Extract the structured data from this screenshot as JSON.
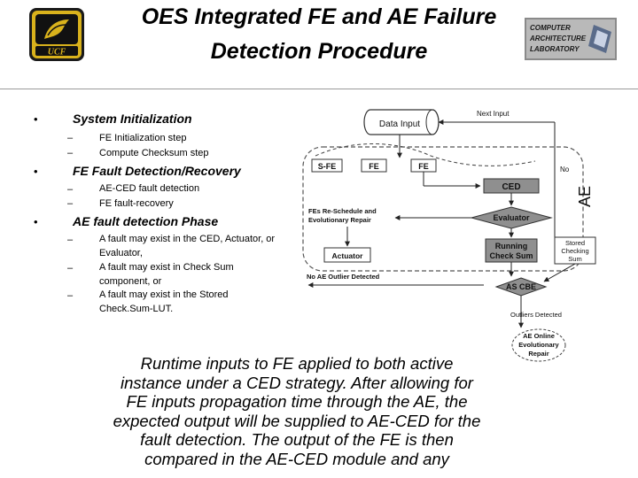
{
  "title": {
    "line1": "OES Integrated FE and AE Failure",
    "line2": "Detection Procedure"
  },
  "logos": {
    "left": {
      "text": "UCF",
      "gold": "#d9b21c",
      "black": "#111111"
    },
    "right": {
      "lines": [
        "COMPUTER",
        "ARCHITECTURE",
        "LABORATORY"
      ]
    }
  },
  "bullets": [
    {
      "heading": "System Initialization",
      "items": [
        "FE Initialization step",
        "Compute Checksum step"
      ]
    },
    {
      "heading": "FE Fault Detection/Recovery",
      "items": [
        "AE-CED fault detection",
        "FE fault-recovery"
      ]
    },
    {
      "heading": "AE fault detection Phase",
      "items": [
        "A fault may exist in the CED, Actuator, or Evaluator,",
        "A fault may exist in Check Sum component, or",
        "A fault may exist in the Stored Check.Sum-LUT."
      ]
    }
  ],
  "diagram": {
    "data_input": "Data Input",
    "next_input": "Next Input",
    "sfe": "S-FE",
    "fe1": "FE",
    "fe2": "FE",
    "ced": "CED",
    "no": "No",
    "ae": "AE",
    "evaluator": "Evaluator",
    "fe_reschedule_1": "FEs Re-Schedule and",
    "fe_reschedule_2": "Evolutionary Repair",
    "running_1": "Running",
    "running_2": "Check Sum",
    "stored_1": "Stored",
    "stored_2": "Checking",
    "stored_3": "Sum",
    "actuator": "Actuator",
    "no_ae_outlier": "No AE Outlier Detected",
    "as_cbe": "AS CBE",
    "outliers_detected": "Outliers Detected",
    "online_1": "AE Online",
    "online_2": "Evolutionary",
    "online_3": "Repair"
  },
  "body": [
    "Runtime inputs to FE applied to both active",
    "instance under a CED strategy. After allowing for",
    "FE inputs propagation time through the AE, the",
    "expected output will be supplied to AE-CED for the",
    "fault detection. The output of the FE is then",
    "compared in the AE-CED module and any"
  ]
}
